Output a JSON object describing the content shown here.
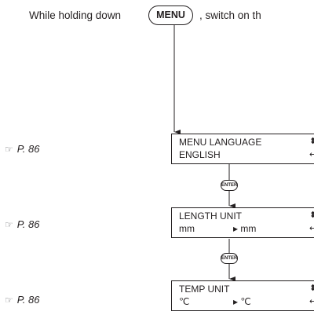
{
  "intro": {
    "text_before": "While holding down",
    "key_label": "MENU",
    "text_after": ", switch on th"
  },
  "steps": [
    {
      "reference": "P. 86",
      "line1": "MENU LANGUAGE",
      "line2_left": "ENGLISH",
      "line2_right": "",
      "updown_symbol": "⬍",
      "return_symbol": "↵"
    },
    {
      "reference": "P. 86",
      "line1": "LENGTH UNIT",
      "line2_left": "mm",
      "line2_right": "▸ mm",
      "updown_symbol": "⬍",
      "return_symbol": "↵"
    },
    {
      "reference": "P. 86",
      "line1": "TEMP UNIT",
      "line2_left": "℃",
      "line2_right": "▸ ℃",
      "updown_symbol": "⬍",
      "return_symbol": "↵"
    }
  ],
  "enter_key_label": "ENTER",
  "reference_icon": "pointing-hand-icon"
}
